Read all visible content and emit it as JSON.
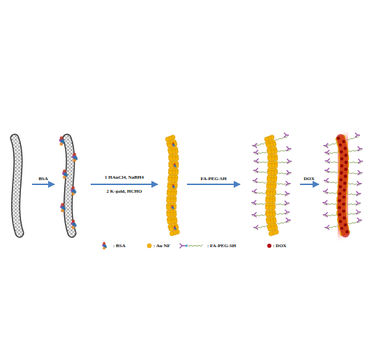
{
  "diagram": {
    "labels": [
      "BSA",
      "1 HAuCl4, NaBH4",
      "2 K-gold, HCHO",
      "FA-PEG-SH",
      "DOX"
    ],
    "legend": [
      {
        "text": ": BSA"
      },
      {
        "text": ": Au NF"
      },
      {
        "text": ": FA-PEG-SH"
      },
      {
        "text": ": DOX"
      }
    ]
  }
}
